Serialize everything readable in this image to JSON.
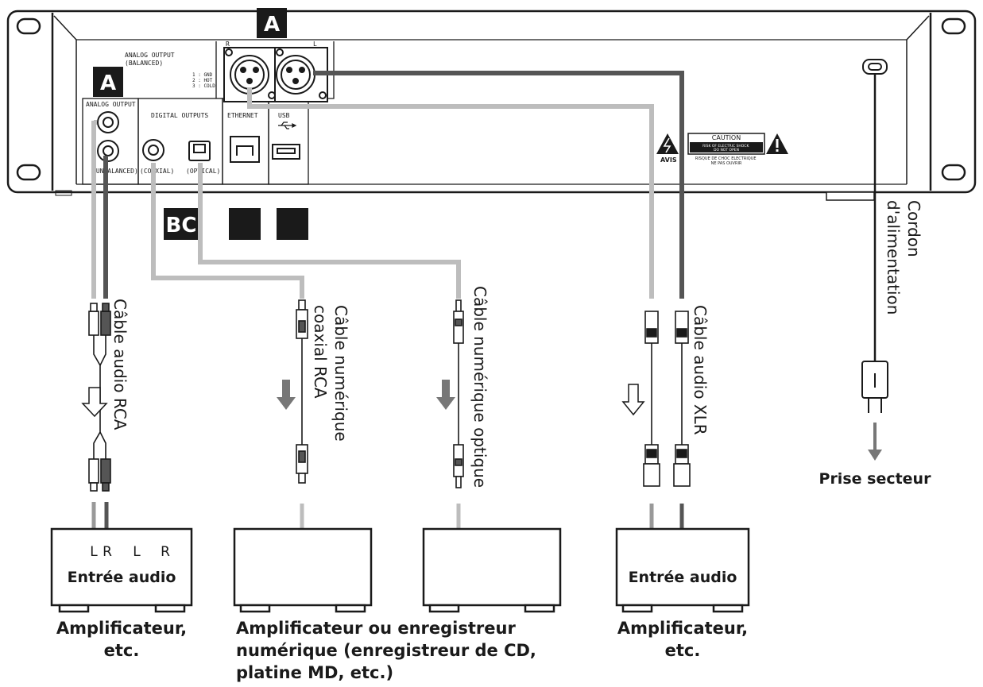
{
  "badges": {
    "a_top": "A",
    "a_left": "A",
    "b_c": "BC"
  },
  "panel": {
    "analog_output_balanced": "ANALOG OUTPUT\n(BALANCED)",
    "xlr_pinout": "1 : GND\n2 : HOT\n3 : COLD",
    "xlr_r": "R",
    "xlr_l": "L",
    "analog_output": "ANALOG OUTPUT",
    "unbalanced": "(UNBALANCED)",
    "digital_outputs": "DIGITAL OUTPUTS",
    "coaxial": "(COAXIAL)",
    "optical": "(OPTICAL)",
    "ethernet": "ETHERNET",
    "usb": "USB",
    "caution_title": "CAUTION",
    "caution_en": "RISK OF ELECTRIC SHOCK\nDO NOT OPEN",
    "caution_fr": "RISQUE DE CHOC ELECTRIQUE\nNE PAS OUVRIR",
    "avis": "AVIS"
  },
  "cables": {
    "rca_audio": "Câble audio RCA",
    "coax_line1": "Câble numérique",
    "coax_line2": "coaxial RCA",
    "optical": "Câble numérique optique",
    "xlr_audio": "Câble audio XLR",
    "power_line1": "Cordon",
    "power_line2": "d'alimentation"
  },
  "devices": {
    "left_channels": [
      "L",
      "R",
      "L",
      "R"
    ],
    "left_input": "Entrée audio",
    "right_input": "Entrée audio",
    "mains": "Prise secteur"
  },
  "captions": {
    "left_line1": "Amplificateur,",
    "left_line2": "etc.",
    "middle_line1": "Amplificateur ou enregistreur",
    "middle_line2": "numérique (enregistreur de CD,",
    "middle_line3": "platine MD, etc.)",
    "right_line1": "Amplificateur,",
    "right_line2": "etc."
  },
  "colors": {
    "line_dark": "#1a1a1a",
    "cable_dark": "#555555",
    "cable_light": "#bdbdbd",
    "badge_bg": "#1a1a1a",
    "badge_fg": "#ffffff"
  }
}
